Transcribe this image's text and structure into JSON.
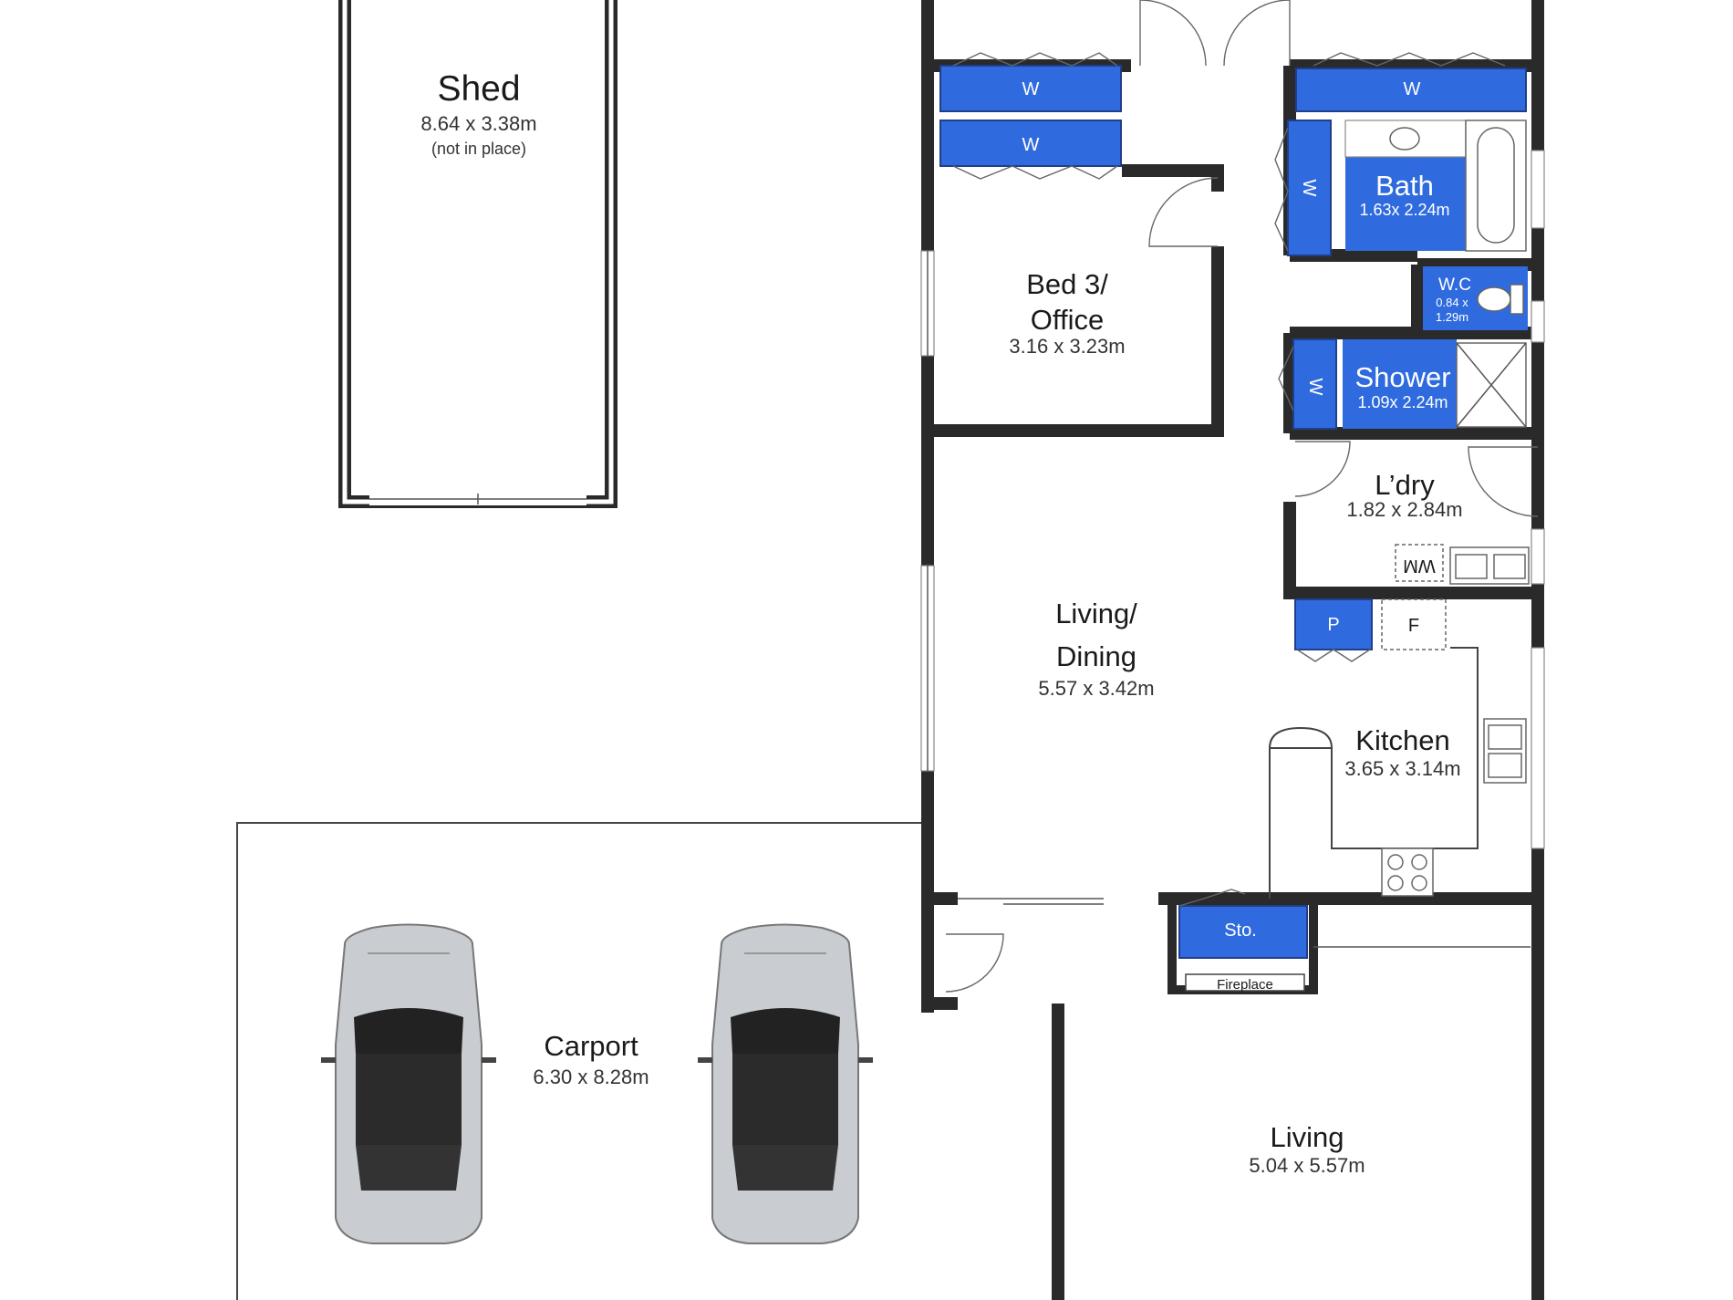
{
  "rooms": {
    "shed": {
      "name": "Shed",
      "dims": "8.64 x 3.38m",
      "note": "(not in place)"
    },
    "bed3": {
      "name_line1": "Bed 3/",
      "name_line2": "Office",
      "dims": "3.16 x 3.23m"
    },
    "bath": {
      "name": "Bath",
      "dims": "1.63x 2.24m"
    },
    "wc": {
      "name": "W.C",
      "dims_line1": "0.84 x",
      "dims_line2": "1.29m"
    },
    "shower": {
      "name": "Shower",
      "dims": "1.09x 2.24m"
    },
    "laundry": {
      "name": "L’dry",
      "dims": "1.82 x 2.84m"
    },
    "living_dining": {
      "name_line1": "Living/",
      "name_line2": "Dining",
      "dims": "5.57 x 3.42m"
    },
    "kitchen": {
      "name": "Kitchen",
      "dims": "3.65 x 3.14m"
    },
    "carport": {
      "name": "Carport",
      "dims": "6.30 x 8.28m"
    },
    "living": {
      "name": "Living",
      "dims": "5.04 x 5.57m"
    }
  },
  "fixtures": {
    "wardrobe": "W",
    "pantry": "P",
    "fridge": "F",
    "washing_machine": "WM",
    "storage": "Sto.",
    "fireplace": "Fireplace"
  },
  "colors": {
    "cabinet_blue": "#2f6bde",
    "wall": "#2a2a2a",
    "background": "#ffffff"
  }
}
